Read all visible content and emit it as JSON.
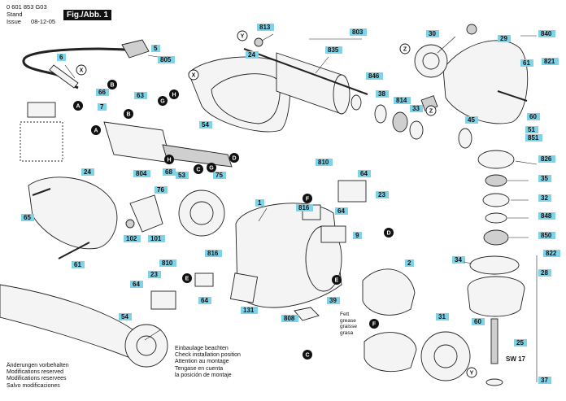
{
  "header": {
    "part_number": "0 601 853 G03",
    "stand_label": "Stand",
    "issue_label": "Issue",
    "date": "08-12-05",
    "figure_title": "Fig./Abb. 1"
  },
  "callouts": [
    {
      "id": "5",
      "label": "5"
    },
    {
      "id": "805",
      "label": "805"
    },
    {
      "id": "6",
      "label": "6"
    },
    {
      "id": "66",
      "label": "66"
    },
    {
      "id": "63",
      "label": "63"
    },
    {
      "id": "7",
      "label": "7"
    },
    {
      "id": "54a",
      "label": "54"
    },
    {
      "id": "24a",
      "label": "24"
    },
    {
      "id": "813",
      "label": "813"
    },
    {
      "id": "803",
      "label": "803"
    },
    {
      "id": "835",
      "label": "835"
    },
    {
      "id": "846",
      "label": "846"
    },
    {
      "id": "38",
      "label": "38"
    },
    {
      "id": "814",
      "label": "814"
    },
    {
      "id": "33",
      "label": "33"
    },
    {
      "id": "30",
      "label": "30"
    },
    {
      "id": "29",
      "label": "29"
    },
    {
      "id": "840",
      "label": "840"
    },
    {
      "id": "821",
      "label": "821"
    },
    {
      "id": "61a",
      "label": "61"
    },
    {
      "id": "60a",
      "label": "60"
    },
    {
      "id": "51",
      "label": "51"
    },
    {
      "id": "851",
      "label": "851"
    },
    {
      "id": "45",
      "label": "45"
    },
    {
      "id": "826",
      "label": "826"
    },
    {
      "id": "35",
      "label": "35"
    },
    {
      "id": "32",
      "label": "32"
    },
    {
      "id": "848",
      "label": "848"
    },
    {
      "id": "850",
      "label": "850"
    },
    {
      "id": "822",
      "label": "822"
    },
    {
      "id": "34",
      "label": "34"
    },
    {
      "id": "28",
      "label": "28"
    },
    {
      "id": "60b",
      "label": "60"
    },
    {
      "id": "25",
      "label": "25"
    },
    {
      "id": "37",
      "label": "37"
    },
    {
      "id": "31",
      "label": "31"
    },
    {
      "id": "2",
      "label": "2"
    },
    {
      "id": "39",
      "label": "39"
    },
    {
      "id": "808",
      "label": "808"
    },
    {
      "id": "131",
      "label": "131"
    },
    {
      "id": "1",
      "label": "1"
    },
    {
      "id": "9",
      "label": "9"
    },
    {
      "id": "816a",
      "label": "816"
    },
    {
      "id": "64a",
      "label": "64"
    },
    {
      "id": "810a",
      "label": "810"
    },
    {
      "id": "64b",
      "label": "64"
    },
    {
      "id": "23a",
      "label": "23"
    },
    {
      "id": "75",
      "label": "75"
    },
    {
      "id": "76",
      "label": "76"
    },
    {
      "id": "804",
      "label": "804"
    },
    {
      "id": "68",
      "label": "68"
    },
    {
      "id": "53",
      "label": "53"
    },
    {
      "id": "24b",
      "label": "24"
    },
    {
      "id": "65",
      "label": "65"
    },
    {
      "id": "61b",
      "label": "61"
    },
    {
      "id": "102",
      "label": "102"
    },
    {
      "id": "101",
      "label": "101"
    },
    {
      "id": "810b",
      "label": "810"
    },
    {
      "id": "816b",
      "label": "816"
    },
    {
      "id": "23b",
      "label": "23"
    },
    {
      "id": "64c",
      "label": "64"
    },
    {
      "id": "64d",
      "label": "64"
    },
    {
      "id": "54b",
      "label": "54"
    }
  ],
  "letters": [
    "A",
    "B",
    "C",
    "D",
    "E",
    "F",
    "G",
    "H",
    "X",
    "Y",
    "Z"
  ],
  "notes": {
    "fett_lines": [
      "Fett",
      "grease",
      "graisse",
      "grasa"
    ],
    "sw_label": "SW 17",
    "installation_lines": [
      "Einbaulage beachten",
      "Check installation position",
      "Attention au montage",
      "Tengase en cuenta",
      "la posición de montaje"
    ],
    "modification_lines": [
      "Änderungen vorbehalten",
      "Modifications reserved",
      "Modifications reservees",
      "Salvo modificaciones"
    ]
  },
  "colors": {
    "badge": "#7fd3e8",
    "ink": "#111111"
  }
}
